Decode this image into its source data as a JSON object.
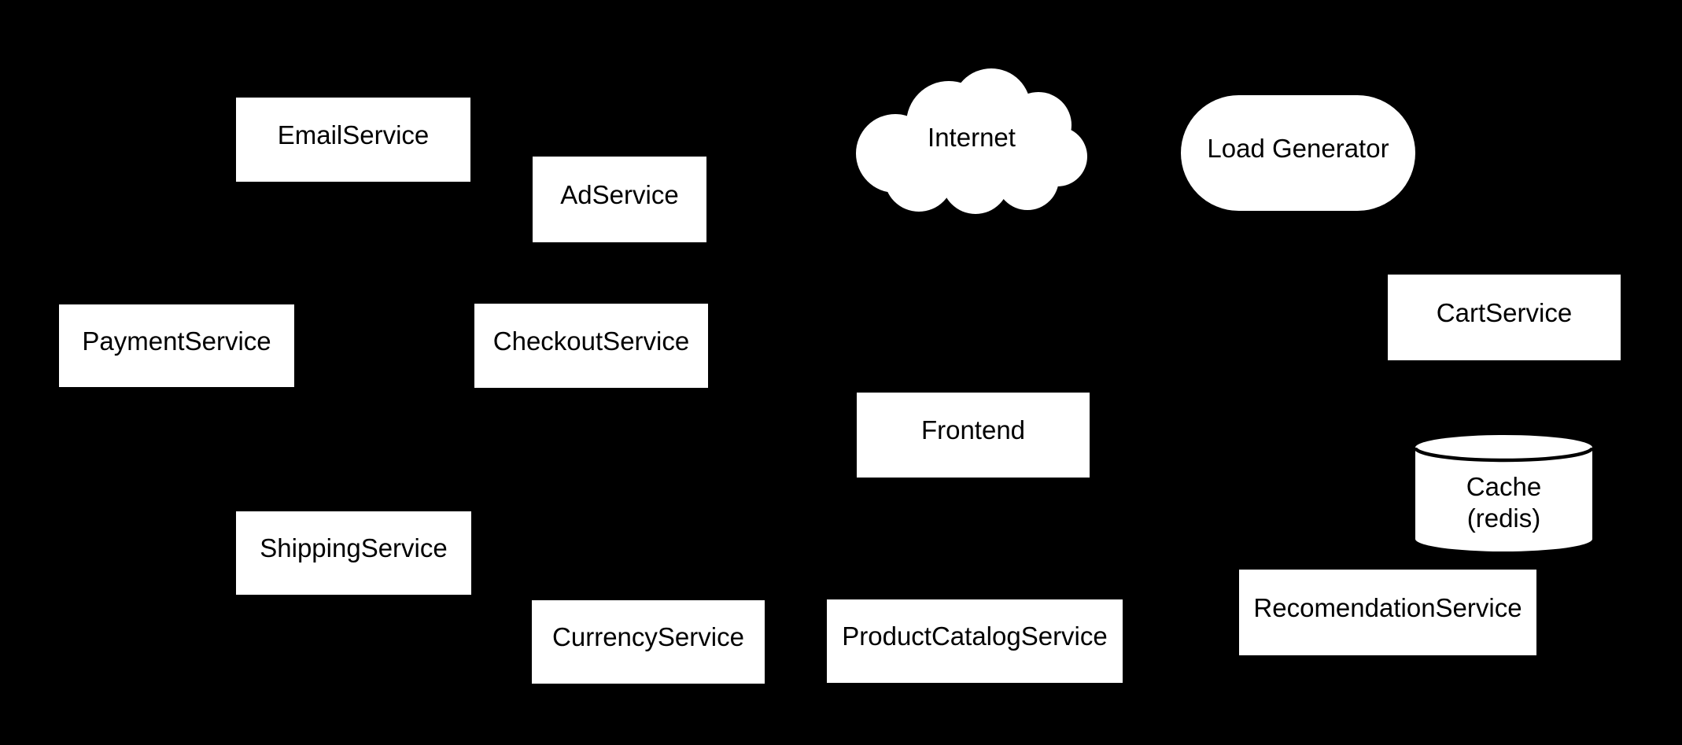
{
  "diagram": {
    "background": "#000000",
    "shape_fill": "#ffffff",
    "text_color": "#000000"
  },
  "nodes": [
    {
      "id": "email-service",
      "label": "EmailService",
      "shape": "rectangle"
    },
    {
      "id": "ad-service",
      "label": "AdService",
      "shape": "rectangle"
    },
    {
      "id": "payment-service",
      "label": "PaymentService",
      "shape": "rectangle"
    },
    {
      "id": "checkout-service",
      "label": "CheckoutService",
      "shape": "rectangle"
    },
    {
      "id": "internet",
      "label": "Internet",
      "shape": "cloud"
    },
    {
      "id": "load-generator",
      "label": "Load Generator",
      "shape": "rounded"
    },
    {
      "id": "cart-service",
      "label": "CartService",
      "shape": "rectangle"
    },
    {
      "id": "frontend",
      "label": "Frontend",
      "shape": "rectangle"
    },
    {
      "id": "cache-redis",
      "label": "Cache\n(redis)",
      "shape": "cylinder"
    },
    {
      "id": "shipping-service",
      "label": "ShippingService",
      "shape": "rectangle"
    },
    {
      "id": "currency-service",
      "label": "CurrencyService",
      "shape": "rectangle"
    },
    {
      "id": "product-catalog-service",
      "label": "ProductCatalogService",
      "shape": "rectangle"
    },
    {
      "id": "recomendation-service",
      "label": "RecomendationService",
      "shape": "rectangle"
    }
  ]
}
